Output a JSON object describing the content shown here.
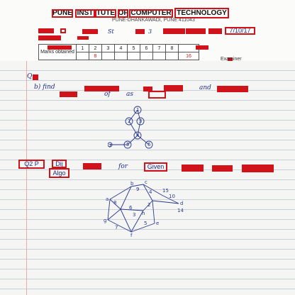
{
  "header": {
    "institute_words": [
      "PUNE",
      "INST",
      "TUTE",
      "OF",
      "COMPUTER",
      "TECHNOLOGY"
    ],
    "address": "PUNE-DHANKAWADI, PUNE 411043",
    "sr_value": "St",
    "div_value": "3",
    "date_value": "7/10/17",
    "examiner_label": "Examiner"
  },
  "marks_table": {
    "label": "Marks obtained",
    "columns": [
      "1",
      "2",
      "3",
      "4",
      "5",
      "6",
      "7",
      "8"
    ],
    "values": [
      "",
      "8",
      "",
      "",
      "",
      "",
      "",
      ""
    ],
    "total": "16"
  },
  "notes": {
    "q_label": "Q",
    "part_b": "b) find",
    "and": "and",
    "of": "of",
    "as": "as",
    "q2_label": "Q2 P",
    "q2_word": "Dij",
    "q2_sub": "Algo",
    "for": "for",
    "given": "Given"
  },
  "tree_graph": {
    "nodes": [
      "1",
      "2",
      "3",
      "4",
      "5",
      "6",
      "7"
    ]
  },
  "weighted_graph": {
    "nodes": [
      "a",
      "b",
      "c",
      "d",
      "e",
      "f",
      "g",
      "h"
    ],
    "weights": [
      "9",
      "15",
      "4",
      "10",
      "14",
      "8",
      "6",
      "7",
      "5",
      "3",
      "2"
    ]
  }
}
